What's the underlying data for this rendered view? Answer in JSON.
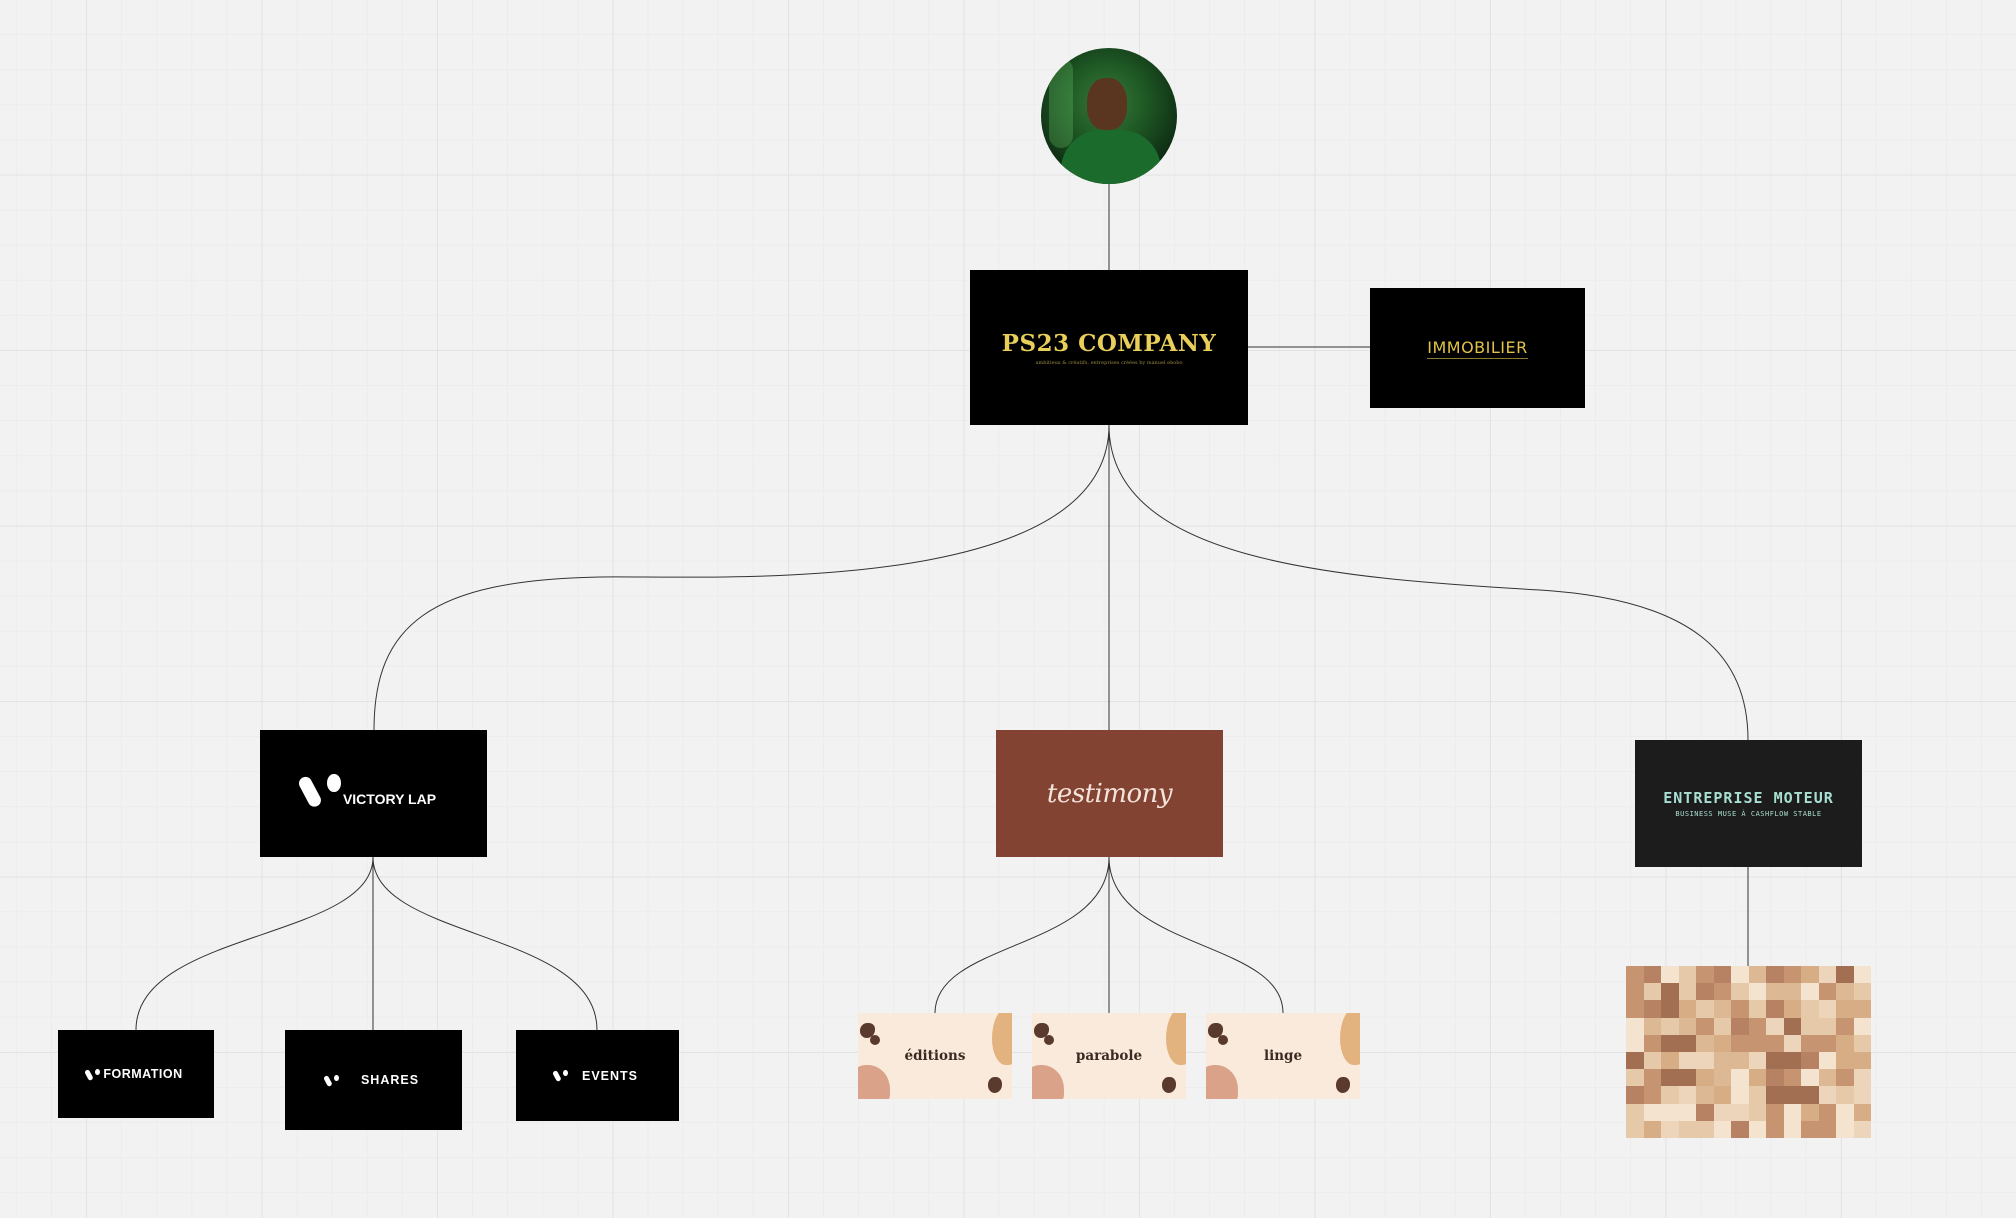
{
  "nodes": {
    "ps23": {
      "title": "PS23 COMPANY",
      "tagline": "ambitieux & créatifs, entreprises créées by manuel ebobo",
      "bg": "#000000",
      "text_color": "#e9cf5a"
    },
    "immobilier": {
      "title": "IMMOBILIER",
      "bg": "#000000",
      "text_color": "#e0c347"
    },
    "victory_lap": {
      "title": "VICTORY LAP",
      "bg": "#000000"
    },
    "formation": {
      "title": "FORMATION"
    },
    "shares": {
      "title": "SHARES"
    },
    "events": {
      "title": "EVENTS"
    },
    "testimony": {
      "title": "testimony",
      "bg": "#834332"
    },
    "editions": {
      "title": "éditions"
    },
    "parabole": {
      "title": "parabole"
    },
    "linge": {
      "title": "linge"
    },
    "entreprise_moteur": {
      "title": "ENTREPRISE MOTEUR",
      "subtitle": "BUSINESS MUSE À CASHFLOW STABLE",
      "bg": "#1c1c1c",
      "text_color": "#a9dfd2"
    }
  },
  "colors": {
    "canvas": "#f2f2f2",
    "connector": "#333333",
    "book_card": "#faeadb",
    "mosaic_palette": [
      "#f3e3cf",
      "#e6c9a8",
      "#d6ad85",
      "#c69470",
      "#b78263",
      "#a36f52",
      "#ecd5bb",
      "#dcb894"
    ]
  }
}
